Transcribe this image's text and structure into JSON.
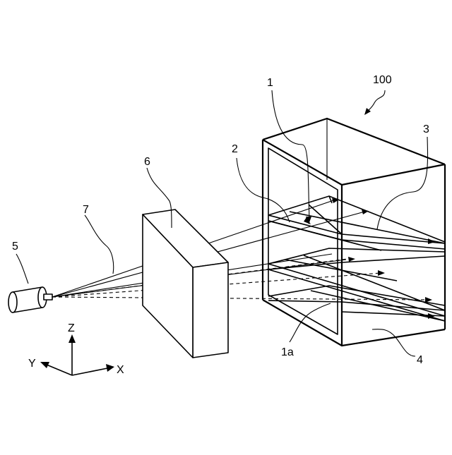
{
  "labels": {
    "device": "100",
    "item1": "1",
    "item1a": "1a",
    "item2": "2",
    "item3": "3",
    "item4": "4",
    "item5": "5",
    "item6": "6",
    "item7": "7"
  },
  "axes": {
    "z": "Z",
    "y": "Y",
    "x": "X"
  },
  "colors": {
    "line": "#000000",
    "background": "#ffffff"
  }
}
